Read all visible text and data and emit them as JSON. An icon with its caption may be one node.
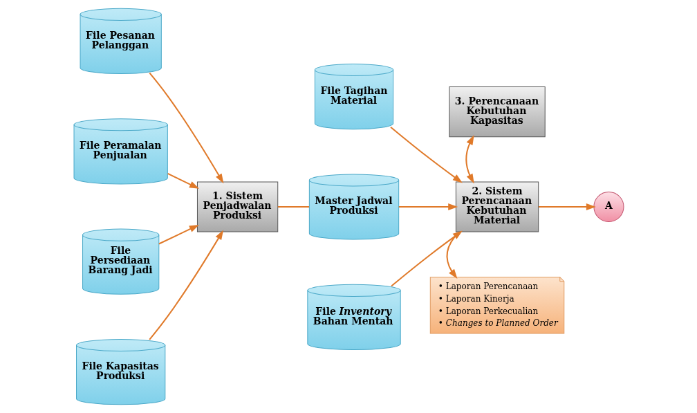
{
  "diagram": {
    "nodes": [
      {
        "text": [
          "File Pesanan Pelanggan"
        ]
      },
      {
        "text": [
          "File Peramalan Penjualan"
        ]
      },
      {
        "text": [
          "File Persediaan Barang Jadi"
        ]
      },
      {
        "text": [
          "File Kapasitas Produksi"
        ]
      },
      {
        "text": [
          "1. Sistem Penjadwalan Produksi"
        ]
      },
      {
        "text": [
          "File Tagihan Material"
        ]
      },
      {
        "text": [
          "3. Perencanaan Kebutuhan Kapasitas"
        ]
      },
      {
        "text": [
          "Master Jadwal Produksi"
        ]
      },
      {
        "text": [
          "2. Sistem Perencanaan Kebutuhan Material"
        ]
      },
      {
        "text": [
          "A"
        ]
      },
      {
        "text": [
          "File *Inventory* Bahan Mentah"
        ]
      },
      {
        "text": [
          "• Laporan Perencanaan",
          "• Laporan Kinerja",
          "• Laporan Perkecualian",
          "• *Changes to Planned Order*"
        ]
      }
    ],
    "edges": [
      {
        "from": 0,
        "to": 4,
        "arrow": "to"
      },
      {
        "from": 1,
        "to": 4,
        "arrow": "to"
      },
      {
        "from": 2,
        "to": 4,
        "arrow": "to"
      },
      {
        "from": 3,
        "to": 4,
        "arrow": "to"
      },
      {
        "from": 4,
        "to": 7,
        "arrow": "none"
      },
      {
        "from": 5,
        "to": 8,
        "arrow": "to"
      },
      {
        "from": 7,
        "to": 8,
        "arrow": "to"
      },
      {
        "from": 10,
        "to": 8,
        "arrow": "to"
      },
      {
        "from": 8,
        "to": 6,
        "arrow": "both"
      },
      {
        "from": 8,
        "to": 9,
        "arrow": "to"
      },
      {
        "from": 8,
        "to": 11,
        "arrow": "to"
      }
    ]
  }
}
